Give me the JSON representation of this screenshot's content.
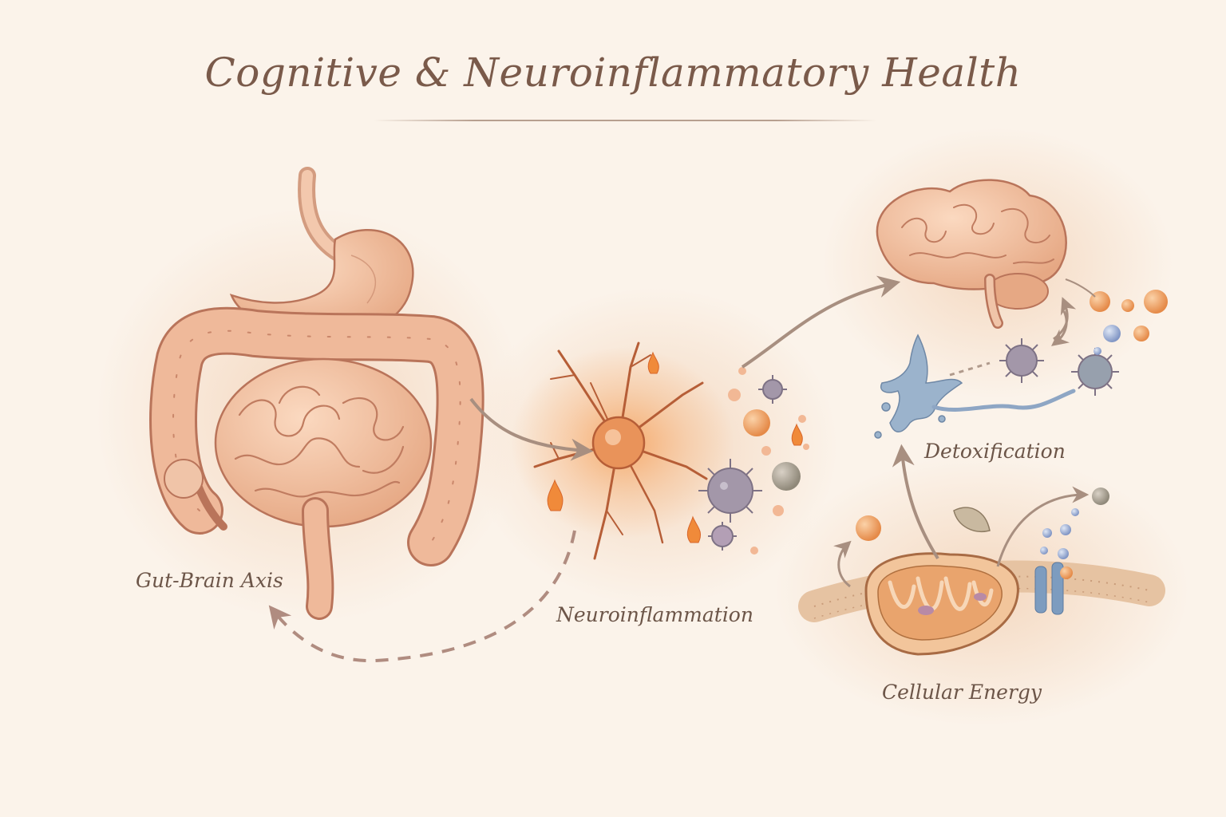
{
  "title": "Cognitive & Neuroinflammatory Health",
  "labels": {
    "gut_brain": "Gut-Brain Axis",
    "neuroinflammation": "Neuroinflammation",
    "detoxification": "Detoxification",
    "cellular_energy": "Cellular Energy"
  },
  "colors": {
    "background": "#fbf3ea",
    "tissue": "#efb99a",
    "tissue_outline": "#b9745a",
    "arrow": "#a88f80",
    "arrow_dashed": "#b08c80",
    "inflammation_glow": "#f29a55",
    "pathogen": "#9c90a3",
    "toxin": "#8eaac6",
    "molecule_orange": "#ee9c5c",
    "molecule_blue": "#8ea6cf"
  },
  "icons": [
    "digestive-tract-icon",
    "microglia-neuron-icon",
    "pathogen-icon",
    "flame-icon",
    "brain-icon",
    "toxin-splash-icon",
    "mitochondrion-icon",
    "cell-membrane-icon",
    "molecule-icon"
  ]
}
